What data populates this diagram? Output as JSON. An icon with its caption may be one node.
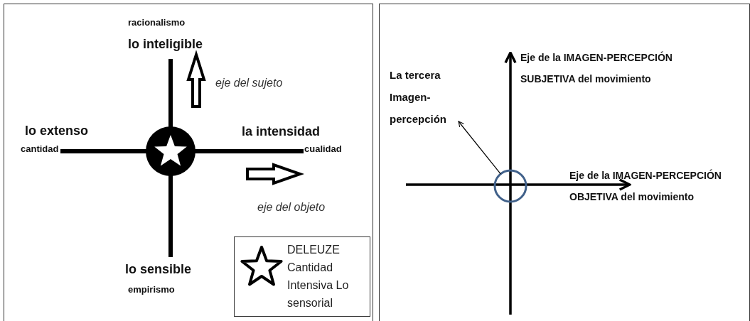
{
  "diagram": {
    "nodes": [
      {
        "text": [
          "La tercera Imagen-percepción"
        ]
      },
      {
        "text": [],
        "shape": "circle"
      }
    ],
    "edges": [
      {
        "from": 1,
        "to": 0,
        "arrow": "to"
      }
    ],
    "labels": [
      "racionalismo",
      "lo inteligible",
      "eje del sujeto",
      "lo extenso",
      "la intensidad",
      "cantidad",
      "cualidad",
      "eje del objeto",
      "lo sensible",
      "empirismo",
      "Eje de la IMAGEN-PERCEPCIÓN SUBJETIVA del movimiento",
      "Eje de la IMAGEN-PERCEPCIÓN OBJETIVA del movimiento"
    ],
    "legend": [
      {
        "text": "DELEUZE Cantidad Intensiva Lo sensorial"
      }
    ]
  }
}
